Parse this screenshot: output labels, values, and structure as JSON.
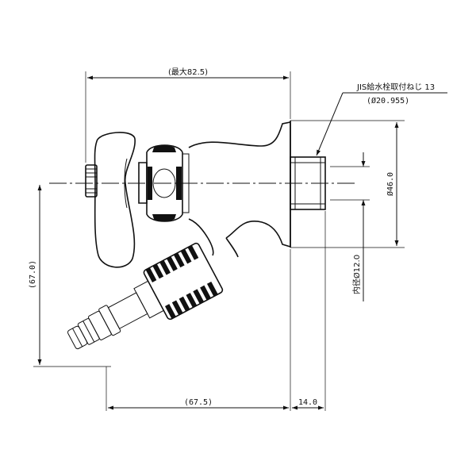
{
  "drawing": {
    "dim_top_overall": "(最大82.5)",
    "dim_left_height": "(67.0)",
    "dim_bottom_spout": "(67.5)",
    "dim_bottom_thread": "14.0",
    "dim_right_body": "Ø46.0",
    "dim_inner_bore": "内径Ø12.0",
    "thread_spec_line1": "JIS給水栓取付ねじ 13",
    "thread_spec_line2": "(Ø20.955)"
  }
}
